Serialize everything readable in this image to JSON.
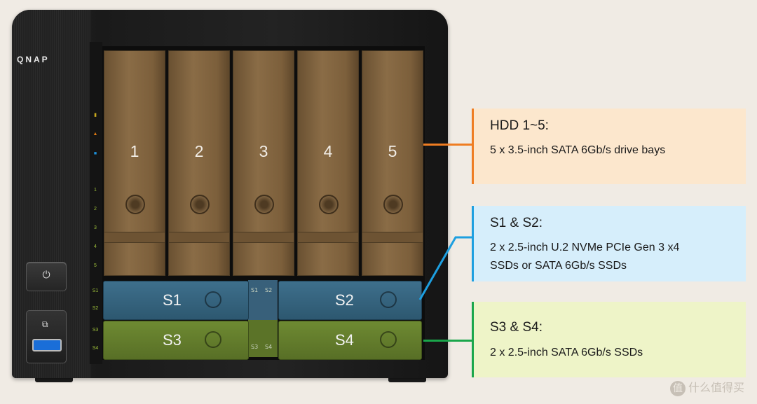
{
  "device": {
    "brand": "QNAP",
    "led_labels": [
      "1",
      "2",
      "3",
      "4",
      "5",
      "S1",
      "S2",
      "S3",
      "S4"
    ],
    "hdd_bays": [
      "1",
      "2",
      "3",
      "4",
      "5"
    ],
    "ssd_bays": [
      "S1",
      "S2",
      "S3",
      "S4"
    ],
    "center_labels": [
      "S1",
      "S2",
      "S3",
      "S4"
    ]
  },
  "callouts": [
    {
      "title": "HDD 1~5:",
      "lines": [
        "5 x 3.5-inch  SATA 6Gb/s drive bays"
      ],
      "color": "#ef7d22"
    },
    {
      "title": "S1 & S2:",
      "lines": [
        "2 x 2.5-inch U.2 NVMe PCIe Gen 3 x4",
        "SSDs or SATA 6Gb/s SSDs"
      ],
      "color": "#1d9fe0"
    },
    {
      "title": "S3 & S4:",
      "lines": [
        "2 x 2.5-inch SATA 6Gb/s SSDs"
      ],
      "color": "#1aa64b"
    }
  ],
  "watermark": {
    "icon": "值",
    "text": "什么值得买"
  }
}
